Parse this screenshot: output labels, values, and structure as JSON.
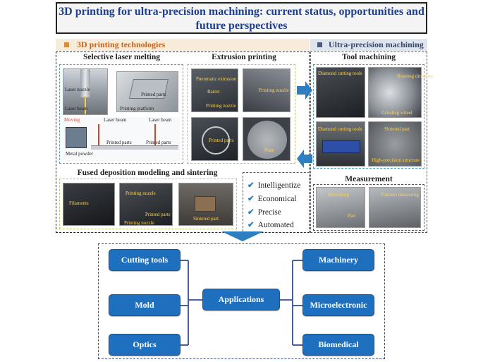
{
  "title": "3D printing for ultra-precision machining: current status, opportunities and future perspectives",
  "left_section": {
    "label": "3D printing technologies",
    "slm": {
      "title": "Selective laser melting",
      "labels": [
        "Laser nozzle",
        "Laser beam",
        "Printed parts",
        "Printing platform",
        "Moving",
        "Laser beam",
        "Laser beam",
        "Metal powder",
        "Printed parts",
        "Printed parts"
      ]
    },
    "extrusion": {
      "title": "Extrusion printing",
      "labels": [
        "Pneumatic extrusion",
        "Barrel",
        "Printing nozzle",
        "Printing nozzle",
        "Printed parts",
        "Plate"
      ]
    },
    "fdm": {
      "title": "Fused deposition modeling and sintering",
      "labels": [
        "Filaments",
        "Printing nozzle",
        "Printed parts",
        "Printing nozzle",
        "Sintered part"
      ]
    }
  },
  "right_section": {
    "label": "Ultra-precision machining",
    "tool": {
      "title": "Tool machining",
      "labels": [
        "Diamond cutting tools",
        "Rotating direction",
        "Grinding wheel",
        "Diamond cutting tools",
        "Sintered part",
        "High-precision structure"
      ]
    },
    "measurement": {
      "title": "Measurement",
      "labels": [
        "Measuring",
        "Flatness measuring",
        "Part"
      ]
    }
  },
  "features": [
    "Intelligentize",
    "Economical",
    "Precise",
    "Automated"
  ],
  "applications": {
    "center": "Applications",
    "left": [
      "Cutting tools",
      "Mold",
      "Optics"
    ],
    "right": [
      "Machinery",
      "Microelectronic",
      "Biomedical"
    ]
  },
  "colors": {
    "title_text": "#1f3f8f",
    "left_accent": "#e38a2d",
    "right_accent": "#4b5b78",
    "button_blue": "#1f6fbf",
    "arrow_blue": "#2f7fc0"
  }
}
